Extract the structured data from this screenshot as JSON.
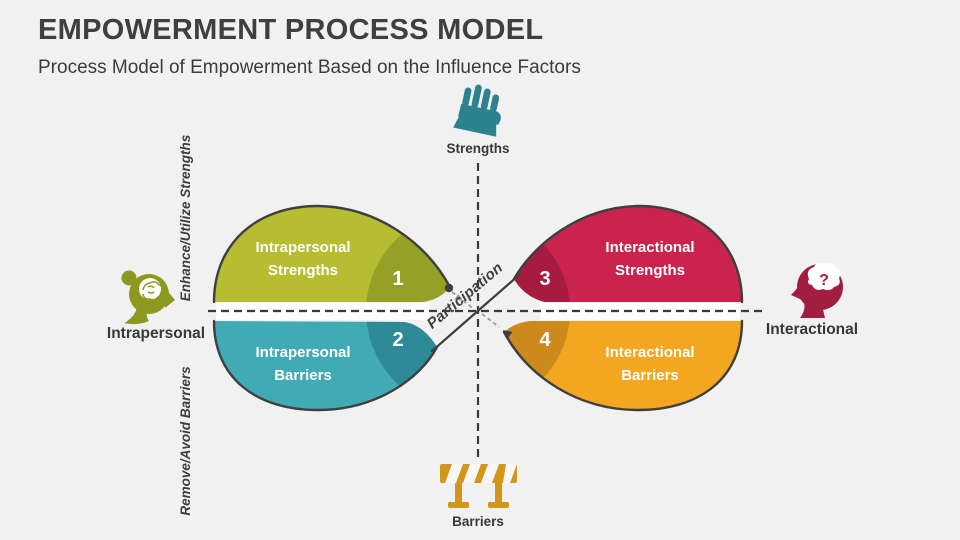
{
  "slide": {
    "title": "EMPOWERMENT PROCESS MODEL",
    "subtitle": "Process Model of Empowerment Based on the Influence Factors"
  },
  "axes": {
    "top": {
      "label": "Strengths",
      "icon": "fist-icon",
      "color": "#2E8290"
    },
    "bottom": {
      "label": "Barriers",
      "icon": "barrier-icon",
      "color": "#D2961B"
    },
    "left": {
      "label": "Intrapersonal",
      "icon": "head-brain-icon",
      "color": "#8D981E"
    },
    "right": {
      "label": "Interactional",
      "icon": "head-question-icon",
      "color": "#A21E40",
      "question_glyph": "?"
    }
  },
  "side_labels": {
    "upper": "Enhance/Utilize Strengths",
    "lower": "Remove/Avoid Barriers"
  },
  "center_label": "Participation",
  "quadrants": [
    {
      "number": "1",
      "label": "Intrapersonal Strengths",
      "fill": "#B6BD30",
      "wedge": "#96A026"
    },
    {
      "number": "2",
      "label": "Intrapersonal Barriers",
      "fill": "#41ABB5",
      "wedge": "#2E8A96"
    },
    {
      "number": "3",
      "label": "Interactional Strengths",
      "fill": "#C9234E",
      "wedge": "#A61C41"
    },
    {
      "number": "4",
      "label": "Interactional Barriers",
      "fill": "#F3A61F",
      "wedge": "#CC8A1C"
    }
  ],
  "colors": {
    "outline": "#3F3F3F",
    "axis_dash": "#3A3A3A",
    "flow_dash": "#999999",
    "background": "#F1F1F2",
    "gap_band": "#FFFFFF"
  }
}
